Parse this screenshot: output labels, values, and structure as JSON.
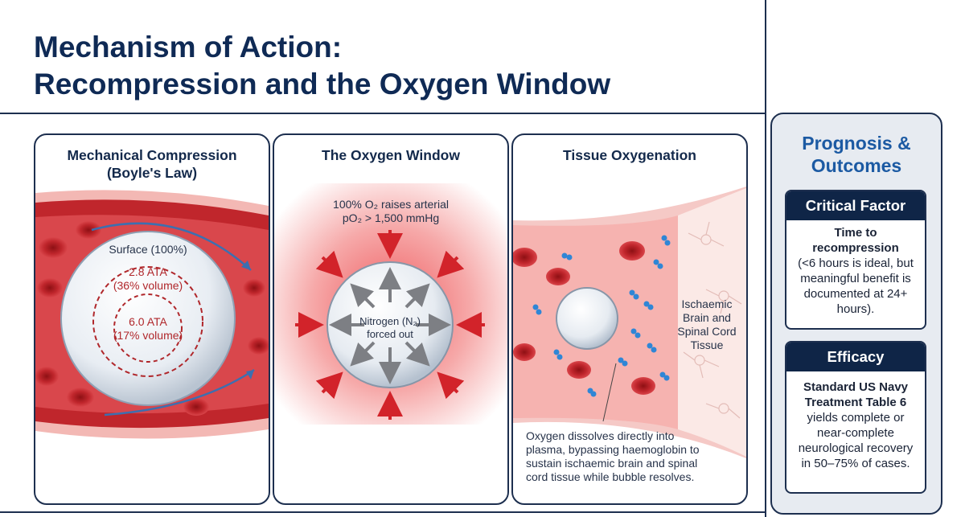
{
  "title": {
    "line1": "Mechanism of Action:",
    "line2": "Recompression and the Oxygen Window"
  },
  "panels": [
    {
      "title_line1": "Mechanical Compression",
      "title_line2": "(Boyle's Law)",
      "labels": {
        "surface": "Surface (100%)",
        "ata_28": "2.8 ATA",
        "vol_36": "(36% volume)",
        "ata_60": "6.0 ATA",
        "vol_17": "(17% volume)"
      }
    },
    {
      "title": "The Oxygen Window",
      "caption_line1": "100% O₂ raises arterial",
      "caption_line2": "pO₂ > 1,500 mmHg",
      "bubble_line1": "Nitrogen (N₂)",
      "bubble_line2": "forced out"
    },
    {
      "title": "Tissue Oxygenation",
      "tissue_line1": "Ischaemic",
      "tissue_line2": "Brain and",
      "tissue_line3": "Spinal Cord",
      "tissue_line4": "Tissue",
      "caption_line1": "Oxygen dissolves directly into",
      "caption_line2": "plasma, bypassing haemoglobin to",
      "caption_line3": "sustain ischaemic brain and spinal",
      "caption_line4": "cord tissue while bubble resolves."
    }
  ],
  "sidebar": {
    "title_line1": "Prognosis &",
    "title_line2": "Outcomes",
    "cards": [
      {
        "heading": "Critical Factor",
        "bold_line1": "Time to",
        "bold_line2": "recompression",
        "line1": "(<6 hours is ideal, but",
        "line2": "meaningful benefit is",
        "line3": "documented at 24+",
        "line4": "hours)."
      },
      {
        "heading": "Efficacy",
        "bold_line1": "Standard US Navy",
        "bold_line2": "Treatment Table 6",
        "line1": "yields complete or",
        "line2": "near-complete",
        "line3": "neurological recovery",
        "line4": "in 50–75% of cases."
      }
    ]
  },
  "colors": {
    "navy": "#0f2547",
    "blood_red": "#c0262c",
    "vessel_pink": "#f3b8b4",
    "accent_blue": "#1c5aa3",
    "oxygen_blue": "#2f86d6"
  }
}
